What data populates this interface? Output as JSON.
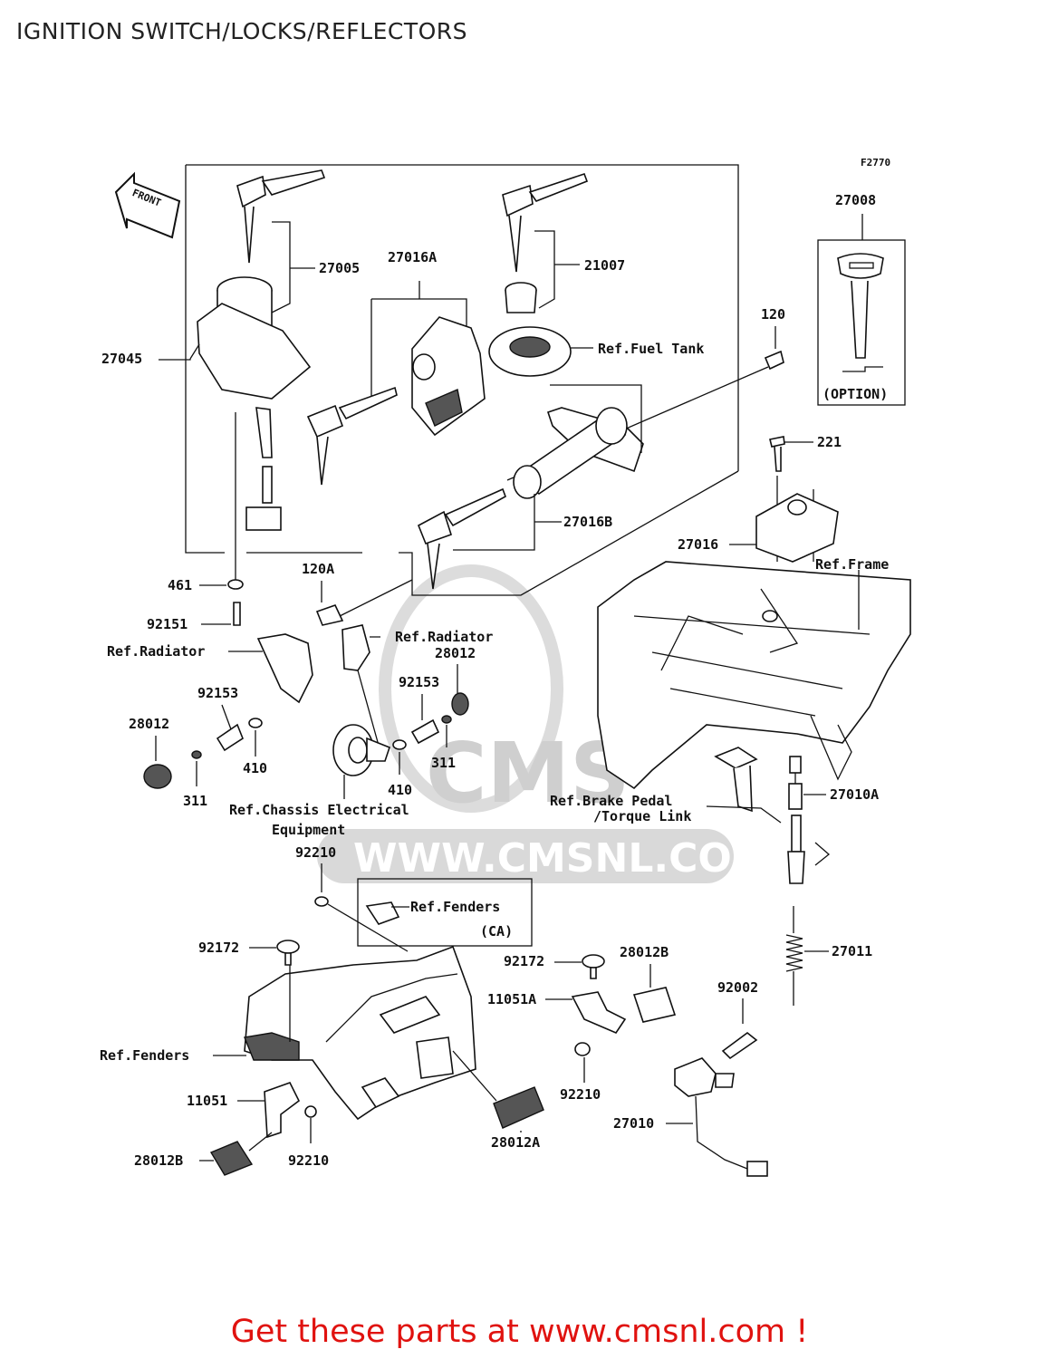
{
  "page": {
    "title": "IGNITION SWITCH/LOCKS/REFLECTORS",
    "figure_code": "F2770",
    "front_marker": "FRONT",
    "watermark_logo": "CMS",
    "watermark_url": "WWW.CMSNL.COM",
    "footer": "Get these parts at www.cmsnl.com !"
  },
  "labels": {
    "p27005": "27005",
    "p27016A": "27016A",
    "p21007": "21007",
    "p27008": "27008",
    "option": "(OPTION)",
    "p120": "120",
    "p27045": "27045",
    "ref_fuel_tank": "Ref.Fuel Tank",
    "p221": "221",
    "p27016B": "27016B",
    "p27016": "27016",
    "ref_frame": "Ref.Frame",
    "p461": "461",
    "p120A": "120A",
    "p92151": "92151",
    "ref_radiator_l": "Ref.Radiator",
    "ref_radiator_r": "Ref.Radiator",
    "p28012_r": "28012",
    "p92153_l": "92153",
    "p92153_r": "92153",
    "p28012_l": "28012",
    "p410_l": "410",
    "p410_r": "410",
    "p311_l": "311",
    "p311_r": "311",
    "ref_chassis_1": "Ref.Chassis Electrical",
    "ref_chassis_2": "Equipment",
    "ref_brake_1": "Ref.Brake Pedal",
    "ref_brake_2": "/Torque Link",
    "p27010A": "27010A",
    "p92210_top": "92210",
    "ref_fenders_top": "Ref.Fenders",
    "ca": "(CA)",
    "p92172_l": "92172",
    "p92172_r": "92172",
    "p28012B_r": "28012B",
    "p27011": "27011",
    "p11051A": "11051A",
    "p92002": "92002",
    "ref_fenders_l": "Ref.Fenders",
    "p92210_mid": "92210",
    "p11051": "11051",
    "p27010": "27010",
    "p28012A": "28012A",
    "p28012B_l": "28012B",
    "p92210_bot": "92210"
  }
}
